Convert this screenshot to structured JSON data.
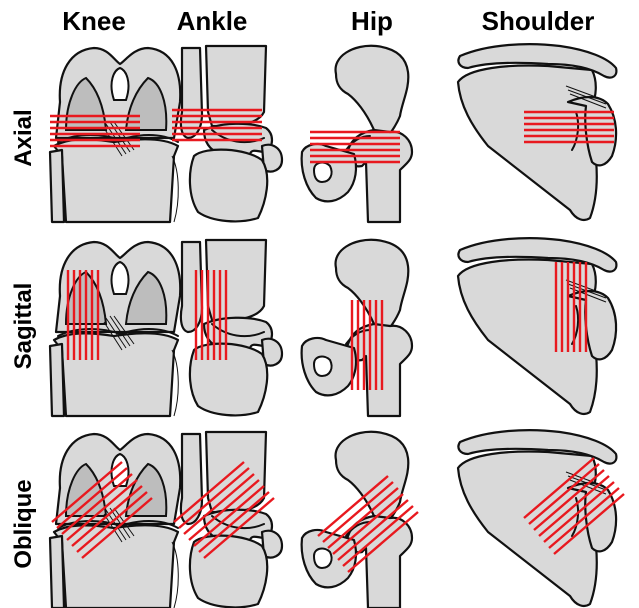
{
  "columns": [
    "Knee",
    "Ankle",
    "Hip",
    "Shoulder"
  ],
  "rows": [
    "Axial",
    "Sagittal",
    "Oblique"
  ],
  "colors": {
    "slice_lines": "#e8191f",
    "bone_fill": "#d9d9d9",
    "outline": "#111111"
  },
  "icons": [
    "knee-joint-icon",
    "ankle-joint-icon",
    "hip-joint-icon",
    "shoulder-joint-icon"
  ]
}
